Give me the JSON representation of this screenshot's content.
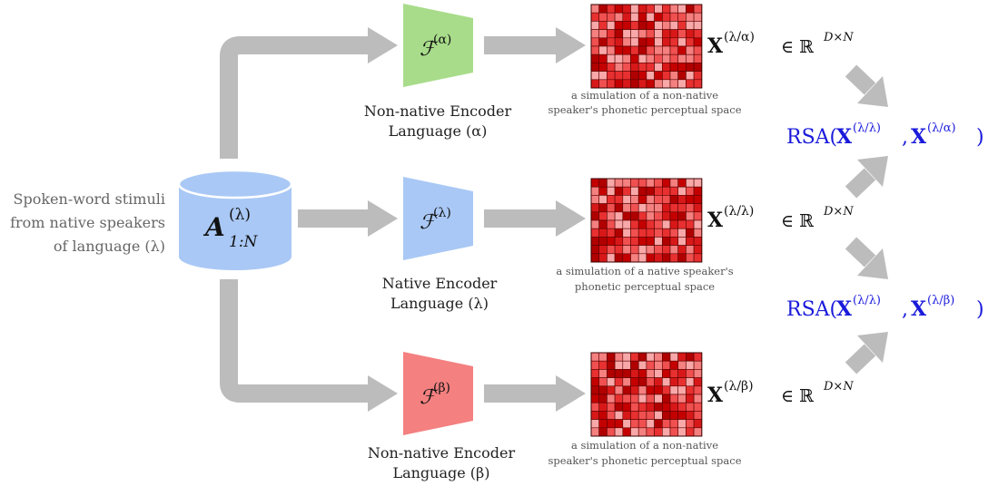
{
  "source": {
    "lines": [
      "Spoken-word stimuli",
      "from native speakers",
      "of language (λ)"
    ],
    "symbol_base": "A",
    "symbol_sup": "(λ)",
    "symbol_sub": "1:N"
  },
  "encoders": [
    {
      "id": "alpha",
      "symbol_base": "ℱ",
      "symbol_sup": "(α)",
      "color": "#a8dc8a",
      "label_lines": [
        "Non-native Encoder",
        "Language (α)"
      ],
      "caption_lines": [
        "a simulation of a non-native",
        "speaker's phonetic perceptual space"
      ],
      "output_base": "X",
      "output_sup": "(λ/α)",
      "output_space": "∈ ℝ",
      "output_space_sup": "D×N"
    },
    {
      "id": "lambda",
      "symbol_base": "ℱ",
      "symbol_sup": "(λ)",
      "color": "#a9c8f5",
      "label_lines": [
        "Native Encoder",
        "Language (λ)"
      ],
      "caption_lines": [
        "a simulation of a native speaker's",
        "phonetic perceptual space"
      ],
      "output_base": "X",
      "output_sup": "(λ/λ)",
      "output_space": "∈ ℝ",
      "output_space_sup": "D×N"
    },
    {
      "id": "beta",
      "symbol_base": "ℱ",
      "symbol_sup": "(β)",
      "color": "#f48080",
      "label_lines": [
        "Non-native Encoder",
        "Language (β)"
      ],
      "caption_lines": [
        "a simulation of a non-native",
        "speaker's phonetic perceptual space"
      ],
      "output_base": "X",
      "output_sup": "(λ/β)",
      "output_space": "∈ ℝ",
      "output_space_sup": "D×N"
    }
  ],
  "rsa": [
    {
      "prefix": "RSA(",
      "a_sup": "(λ/λ)",
      "b_sup": "(λ/α)",
      "suffix": ")"
    },
    {
      "prefix": "RSA(",
      "a_sup": "(λ/λ)",
      "b_sup": "(λ/β)",
      "suffix": ")"
    }
  ],
  "colors": {
    "arrow": "#bcbcbc",
    "cylinder": "#a9c8f5",
    "rsa_text": "#1a1adb",
    "label_text": "#222222",
    "caption_text": "#555555",
    "source_text": "#666666"
  }
}
